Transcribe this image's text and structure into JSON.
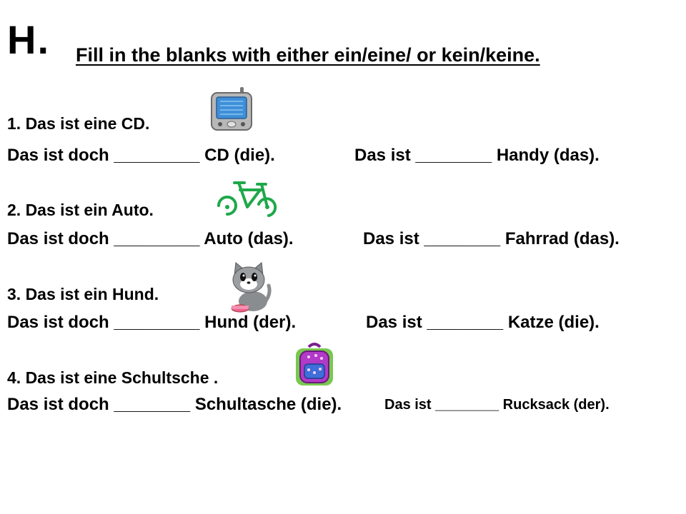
{
  "heading": {
    "letter": "H.",
    "instruction": "Fill in the blanks with either ein/eine/ or kein/keine."
  },
  "items": [
    {
      "prompt": "1.   Das ist eine CD.",
      "line_a": "Das ist doch _________  CD (die).",
      "line_b": "Das ist ________  Handy (das).",
      "icon": "mobile-phone-icon"
    },
    {
      "prompt": "2.   Das ist ein Auto.",
      "line_a": "Das ist doch _________  Auto (das).",
      "line_b": "Das ist ________  Fahrrad (das).",
      "icon": "bicycle-icon"
    },
    {
      "prompt": "3.   Das ist ein Hund.",
      "line_a": "Das ist doch _________  Hund (der).",
      "line_b": "Das ist ________  Katze (die).",
      "icon": "cat-icon"
    },
    {
      "prompt": "4.  Das ist  eine Schultsche .",
      "line_a": "Das ist doch ________  Schultasche (die).",
      "line_b": "Das ist ________  Rucksack (der).",
      "icon": "backpack-icon"
    }
  ],
  "colors": {
    "text": "#000000",
    "bicycle": "#1fa84a",
    "backpack": "#b13ac8",
    "phone_screen": "#3f8fd8",
    "cat": "#8a8d90"
  }
}
